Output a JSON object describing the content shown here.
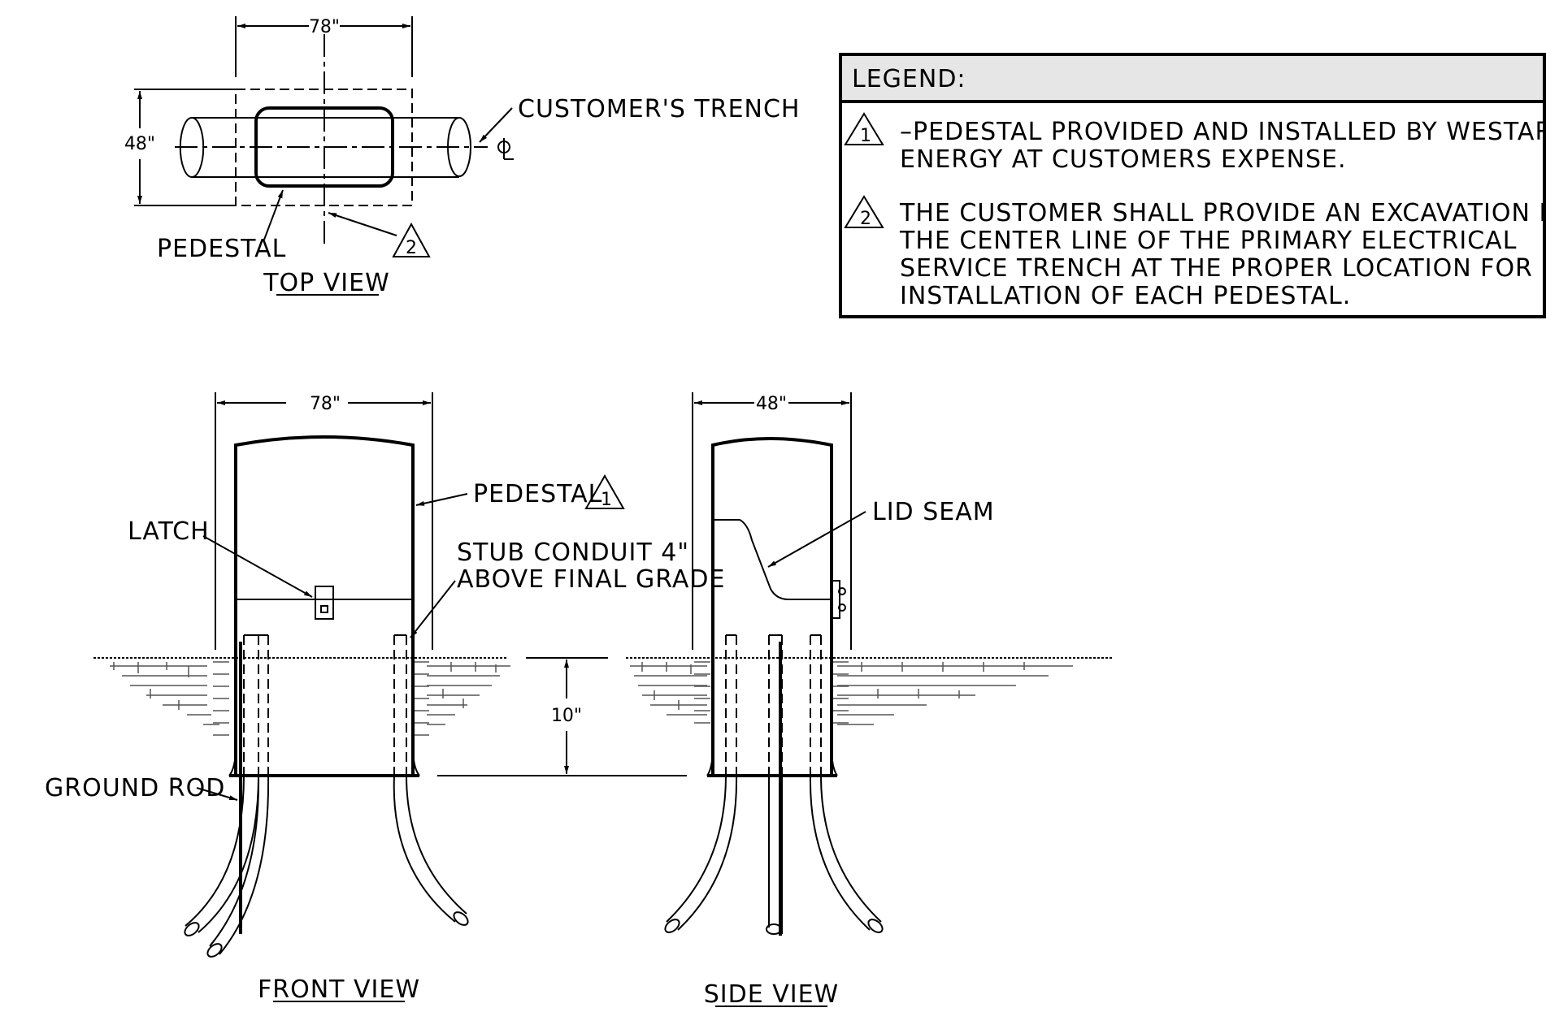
{
  "top_view": {
    "title": "TOP VIEW",
    "dim_width": "78\"",
    "dim_depth": "48\"",
    "trench_label": "CUSTOMER'S TRENCH",
    "pedestal_label": "PEDESTAL",
    "centerline_symbol": "CL",
    "note_ref": "2"
  },
  "legend": {
    "header": "LEGEND:",
    "notes": [
      {
        "num": "1",
        "lines": [
          "–PEDESTAL PROVIDED AND INSTALLED BY WESTAR",
          "ENERGY AT CUSTOMERS EXPENSE."
        ]
      },
      {
        "num": "2",
        "lines": [
          "THE CUSTOMER SHALL PROVIDE AN EXCAVATION IN",
          "THE CENTER LINE OF THE PRIMARY ELECTRICAL",
          "SERVICE TRENCH AT THE PROPER LOCATION FOR",
          "INSTALLATION OF EACH PEDESTAL."
        ]
      }
    ]
  },
  "front_view": {
    "title": "FRONT VIEW",
    "dim_width": "78\"",
    "pedestal_label": "PEDESTAL",
    "pedestal_ref": "1",
    "latch_label": "LATCH",
    "stub_label_1": "STUB CONDUIT 4\"",
    "stub_label_2": "ABOVE FINAL GRADE",
    "ground_rod_label": "GROUND ROD",
    "depth_dim": "10\""
  },
  "side_view": {
    "title": "SIDE VIEW",
    "dim_width": "48\"",
    "lid_seam_label": "LID SEAM"
  }
}
